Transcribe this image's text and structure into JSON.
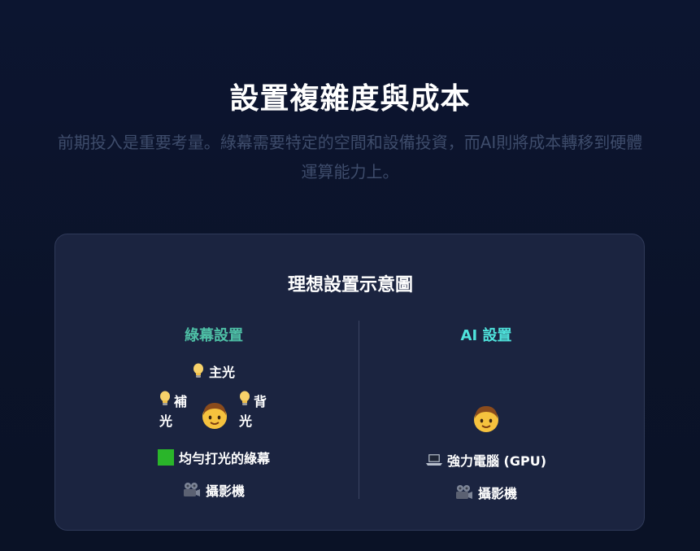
{
  "header": {
    "title": "設置複雜度與成本",
    "subtitle": "前期投入是重要考量。綠幕需要特定的空間和設備投資，而AI則將成本轉移到硬體運算能力上。"
  },
  "diagram": {
    "title": "理想設置示意圖",
    "green_screen": {
      "heading": "綠幕設置",
      "key_light": "主光",
      "fill_light": "補光",
      "back_light": "背光",
      "backdrop": "均勻打光的綠幕",
      "camera": "攝影機"
    },
    "ai": {
      "heading": "AI 設置",
      "computer": "強力電腦 (GPU)",
      "camera": "攝影機"
    }
  },
  "colors": {
    "background": "#0b1329",
    "card": "#1b2440",
    "green_heading": "#4ec0a6",
    "ai_heading": "#4fe3dc",
    "subtitle": "#3e4c6b",
    "backdrop_swatch": "#2ab52a"
  },
  "icons": {
    "light": "light-bulb-icon",
    "person": "person-icon",
    "backdrop": "green-square-icon",
    "camera": "movie-camera-icon",
    "computer": "laptop-icon"
  }
}
